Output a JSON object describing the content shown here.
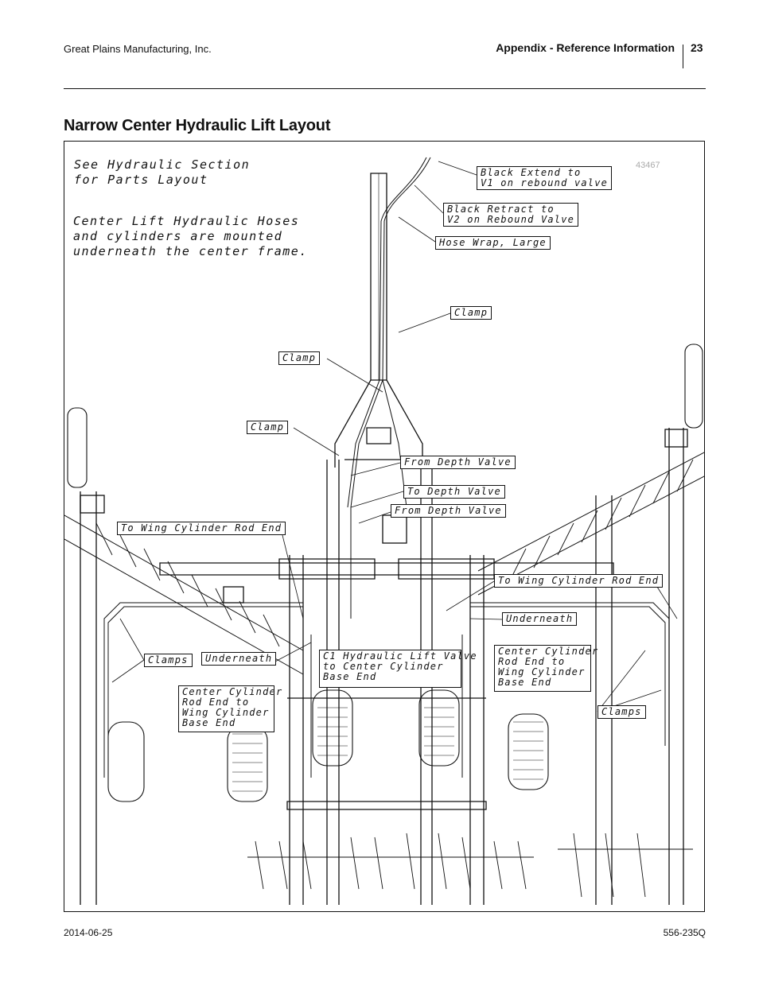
{
  "header": {
    "company": "Great Plains Manufacturing, Inc.",
    "section": "Appendix - Reference Information",
    "page_number": "23"
  },
  "page_title": "Narrow Center Hydraulic Lift Layout",
  "figure": {
    "figure_number": "43467",
    "notes": [
      "See Hydraulic Section\nfor Parts Layout",
      "Center Lift Hydraulic Hoses\nand cylinders are mounted\nunderneath the center frame."
    ],
    "callouts": {
      "black_extend": "Black Extend to\nV1 on rebound valve",
      "black_retract": "Black Retract to\nV2 on Rebound Valve",
      "hose_wrap": "Hose Wrap, Large",
      "clamp_1": "Clamp",
      "clamp_2": "Clamp",
      "clamp_3": "Clamp",
      "from_depth_1": "From Depth Valve",
      "to_depth": "To Depth Valve",
      "from_depth_2": "From Depth Valve",
      "to_wing_rod_left": "To Wing Cylinder Rod End",
      "to_wing_rod_right": "To Wing Cylinder Rod End",
      "underneath_right": "Underneath",
      "clamps_left": "Clamps",
      "underneath_left": "Underneath",
      "c1_valve": "C1 Hydraulic Lift Valve\nto Center Cylinder\nBase End",
      "center_cyl_right": "Center Cylinder\nRod End to\nWing Cylinder\nBase End",
      "center_cyl_left": "Center Cylinder\nRod End to\nWing Cylinder\nBase End",
      "clamps_right": "Clamps"
    }
  },
  "footer": {
    "date": "2014-06-25",
    "doc_number": "556-235Q"
  }
}
